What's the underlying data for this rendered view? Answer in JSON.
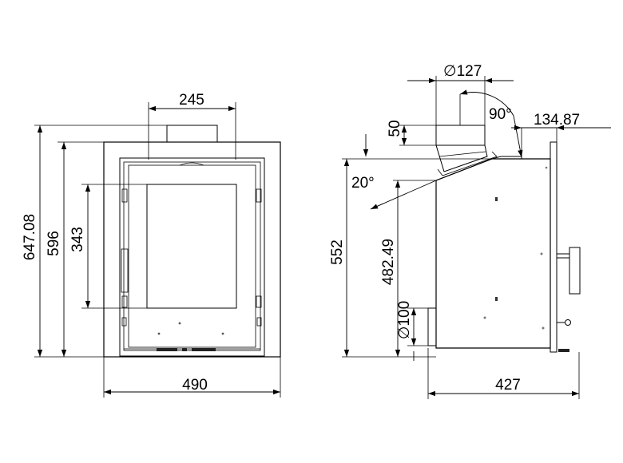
{
  "front_view": {
    "flue_width": "245",
    "overall_height": "647.08",
    "frame_height": "596",
    "glass_height": "343",
    "width": "490"
  },
  "side_view": {
    "flue_diameter": "127",
    "flue_stub_height": "50",
    "flue_angle": "90°",
    "flue_offset": "134.87",
    "top_slope_angle": "20°",
    "height": "552",
    "slope_height": "482.49",
    "air_inlet_diameter": "100",
    "depth": "427",
    "diameter_symbol": "∅"
  }
}
